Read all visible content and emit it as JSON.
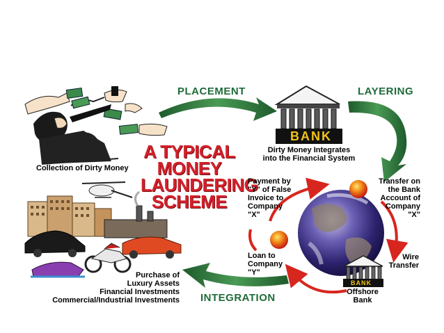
{
  "stages": {
    "placement": "PLACEMENT",
    "layering": "LAYERING",
    "integration": "INTEGRATION"
  },
  "title_lines": [
    "A TYPICAL",
    "MONEY",
    "LAUNDERING",
    "SCHEME"
  ],
  "labels": {
    "collection": "Collection of Dirty Money",
    "bank_word": "BANK",
    "bank_caption": [
      "Dirty Money Integrates",
      "into the Financial System"
    ],
    "payment": [
      "Payment by",
      "\"Y\" of False",
      "Invoice to",
      "Company",
      "\"X\""
    ],
    "transfer": [
      "Transfer on",
      "the Bank",
      "Account of",
      "Company",
      "\"X\""
    ],
    "wire": [
      "Wire",
      "Transfer"
    ],
    "loan": [
      "Loan to",
      "Company",
      "\"Y\""
    ],
    "offshore_bank_word": "BANK",
    "offshore": [
      "Offshore",
      "Bank"
    ],
    "purchase": [
      "Purchase of",
      "Luxury Assets",
      "Financial Investments",
      "Commercial/Industrial Investments"
    ]
  },
  "colors": {
    "green_arrow": "#2e7d3e",
    "red_arrow": "#d7261e",
    "title_red": "#d4202a",
    "bank_gold": "#f2c318"
  },
  "icons": [
    "hands-money-icon",
    "bank-building-icon",
    "globe-icon",
    "offshore-bank-icon",
    "buildings-icon",
    "helicopter-icon",
    "factory-icon",
    "sports-car-icon",
    "jet-ski-icon",
    "motorcycle-icon",
    "red-ball-icon"
  ]
}
